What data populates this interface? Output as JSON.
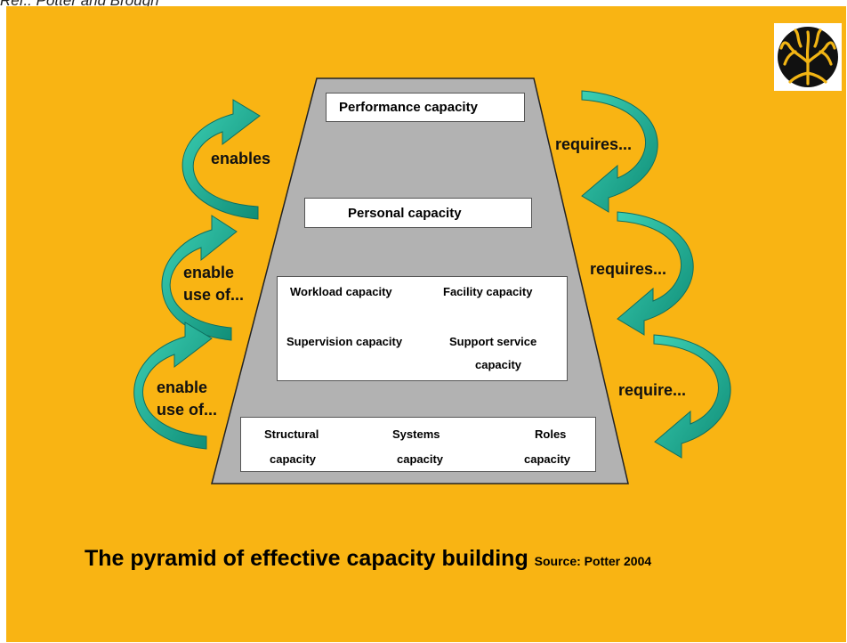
{
  "header": {
    "text": "Ref.: Potter and Brough"
  },
  "boxes": {
    "performance": "Performance capacity",
    "personal": "Personal capacity",
    "workload": "Workload capacity",
    "facility": "Facility capacity",
    "supervision": "Supervision capacity",
    "support_1": "Support service",
    "support_2": "capacity",
    "structural_1": "Structural",
    "structural_2": "capacity",
    "systems_1": "Systems",
    "systems_2": "capacity",
    "roles_1": "Roles",
    "roles_2": "capacity"
  },
  "left_labels": {
    "enables": "enables",
    "enable_use_1a": "enable",
    "enable_use_1b": "use of...",
    "enable_use_2a": "enable",
    "enable_use_2b": "use of..."
  },
  "right_labels": {
    "requires_1": "requires...",
    "requires_2": "requires...",
    "require_3": "require..."
  },
  "footer": {
    "title": "The pyramid of effective capacity building",
    "source": "Source: Potter 2004"
  },
  "colors": {
    "background": "#F9B413",
    "pyramid": "#B2B2B2",
    "arrow": "#1FB39A",
    "arrow_dark": "#0F7F6C"
  },
  "icons": {
    "logo": "tree-logo-icon"
  }
}
